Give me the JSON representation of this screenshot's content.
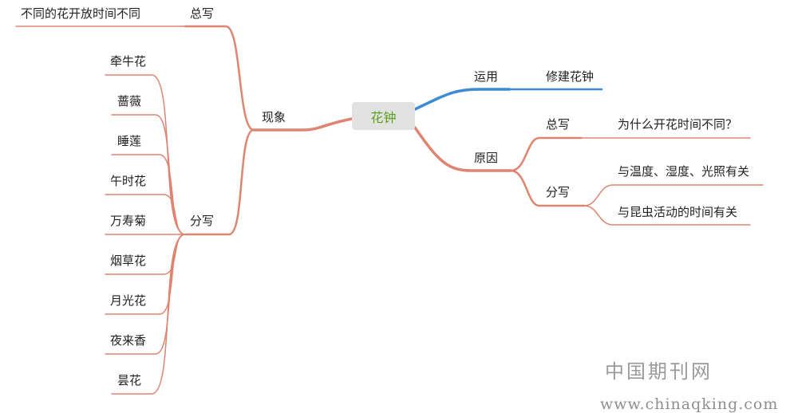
{
  "root": "花钟",
  "branches": {
    "phenomenon": "现象",
    "application": "运用",
    "cause": "原因"
  },
  "phenomenon": {
    "overview_label": "总写",
    "overview_text": "不同的花开放时间不同",
    "detail_label": "分写",
    "flowers": [
      "牵牛花",
      "蔷薇",
      "睡莲",
      "午时花",
      "万寿菊",
      "烟草花",
      "月光花",
      "夜来香",
      "昙花"
    ]
  },
  "application": {
    "item": "修建花钟"
  },
  "cause": {
    "overview_label": "总写",
    "question": "为什么开花时间不同？",
    "detail_label": "分写",
    "reasons": [
      "与温度、湿度、光照有关",
      "与昆虫活动的时间有关"
    ]
  },
  "colors": {
    "branch": "#de8470",
    "application_branch": "#3d8ad6",
    "root_text": "#58a018",
    "root_box": "#e2e2e2"
  },
  "watermark": {
    "cn": "中国期刊网",
    "url": "www.chinaqking.com"
  }
}
